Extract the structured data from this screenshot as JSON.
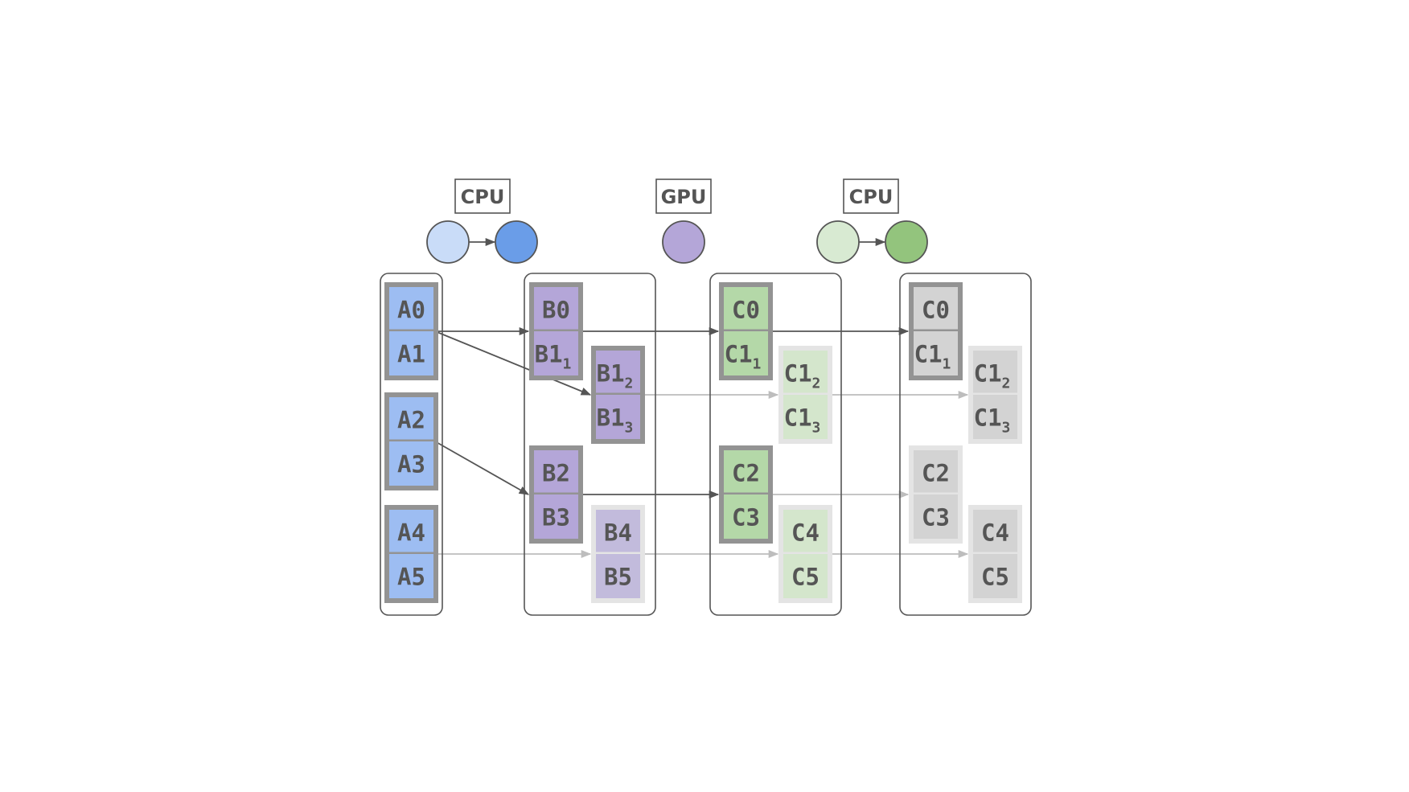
{
  "colors": {
    "blue_light": "#c9dcf8",
    "blue": "#6a9de8",
    "blue_cell": "#9dbdf2",
    "purple": "#b4a6d8",
    "purple_faded": "#c2bbdc",
    "green_light": "#d8ead2",
    "green": "#93c47d",
    "green_cell": "#b4d8a8",
    "green_faded": "#d4e6cc",
    "gray_cell": "#d3d3d3",
    "gray_border": "#939393",
    "faded_border": "#e4e4e4",
    "text": "#555555",
    "edge_dark": "#555555",
    "edge_light": "#bdbdbd"
  },
  "stages": [
    {
      "label": "CPU",
      "nodes": 2
    },
    {
      "label": "GPU",
      "nodes": 1
    },
    {
      "label": "CPU",
      "nodes": 2
    }
  ],
  "columns": [
    {
      "id": "A",
      "groups": [
        {
          "state": "active",
          "color": "blue",
          "cells": [
            {
              "text": "A0",
              "sub": ""
            },
            {
              "text": "A1",
              "sub": ""
            }
          ]
        },
        {
          "state": "active",
          "color": "blue",
          "cells": [
            {
              "text": "A2",
              "sub": ""
            },
            {
              "text": "A3",
              "sub": ""
            }
          ]
        },
        {
          "state": "active",
          "color": "blue",
          "cells": [
            {
              "text": "A4",
              "sub": ""
            },
            {
              "text": "A5",
              "sub": ""
            }
          ]
        }
      ]
    },
    {
      "id": "B",
      "groups": [
        {
          "state": "active",
          "color": "purple",
          "cells": [
            {
              "text": "B0",
              "sub": ""
            },
            {
              "text": "B1",
              "sub": "1"
            }
          ]
        },
        {
          "state": "active",
          "color": "purple",
          "cells": [
            {
              "text": "B1",
              "sub": "2"
            },
            {
              "text": "B1",
              "sub": "3"
            }
          ]
        },
        {
          "state": "active",
          "color": "purple",
          "cells": [
            {
              "text": "B2",
              "sub": ""
            },
            {
              "text": "B3",
              "sub": ""
            }
          ]
        },
        {
          "state": "faded",
          "color": "purple",
          "cells": [
            {
              "text": "B4",
              "sub": ""
            },
            {
              "text": "B5",
              "sub": ""
            }
          ]
        }
      ]
    },
    {
      "id": "C",
      "groups": [
        {
          "state": "active",
          "color": "green",
          "cells": [
            {
              "text": "C0",
              "sub": ""
            },
            {
              "text": "C1",
              "sub": "1"
            }
          ]
        },
        {
          "state": "faded",
          "color": "green",
          "cells": [
            {
              "text": "C1",
              "sub": "2"
            },
            {
              "text": "C1",
              "sub": "3"
            }
          ]
        },
        {
          "state": "active",
          "color": "green",
          "cells": [
            {
              "text": "C2",
              "sub": ""
            },
            {
              "text": "C3",
              "sub": ""
            }
          ]
        },
        {
          "state": "faded",
          "color": "green",
          "cells": [
            {
              "text": "C4",
              "sub": ""
            },
            {
              "text": "C5",
              "sub": ""
            }
          ]
        }
      ]
    },
    {
      "id": "D",
      "groups": [
        {
          "state": "active",
          "color": "gray",
          "cells": [
            {
              "text": "C0",
              "sub": ""
            },
            {
              "text": "C1",
              "sub": "1"
            }
          ]
        },
        {
          "state": "faded",
          "color": "gray",
          "cells": [
            {
              "text": "C1",
              "sub": "2"
            },
            {
              "text": "C1",
              "sub": "3"
            }
          ]
        },
        {
          "state": "faded",
          "color": "gray",
          "cells": [
            {
              "text": "C2",
              "sub": ""
            },
            {
              "text": "C3",
              "sub": ""
            }
          ]
        },
        {
          "state": "faded",
          "color": "gray",
          "cells": [
            {
              "text": "C4",
              "sub": ""
            },
            {
              "text": "C5",
              "sub": ""
            }
          ]
        }
      ]
    }
  ],
  "edges": [
    {
      "from": "A.0",
      "to": "B.0",
      "style": "dark"
    },
    {
      "from": "A.0",
      "to": "B.1",
      "style": "dark"
    },
    {
      "from": "A.1",
      "to": "B.2",
      "style": "dark"
    },
    {
      "from": "A.2",
      "to": "B.3",
      "style": "light"
    },
    {
      "from": "B.0",
      "to": "C.0",
      "style": "dark"
    },
    {
      "from": "B.1",
      "to": "C.1",
      "style": "light"
    },
    {
      "from": "B.2",
      "to": "C.2",
      "style": "dark"
    },
    {
      "from": "B.3",
      "to": "C.3",
      "style": "light"
    },
    {
      "from": "C.0",
      "to": "D.0",
      "style": "dark"
    },
    {
      "from": "C.1",
      "to": "D.1",
      "style": "light"
    },
    {
      "from": "C.2",
      "to": "D.2",
      "style": "light"
    },
    {
      "from": "C.3",
      "to": "D.3",
      "style": "light"
    }
  ]
}
